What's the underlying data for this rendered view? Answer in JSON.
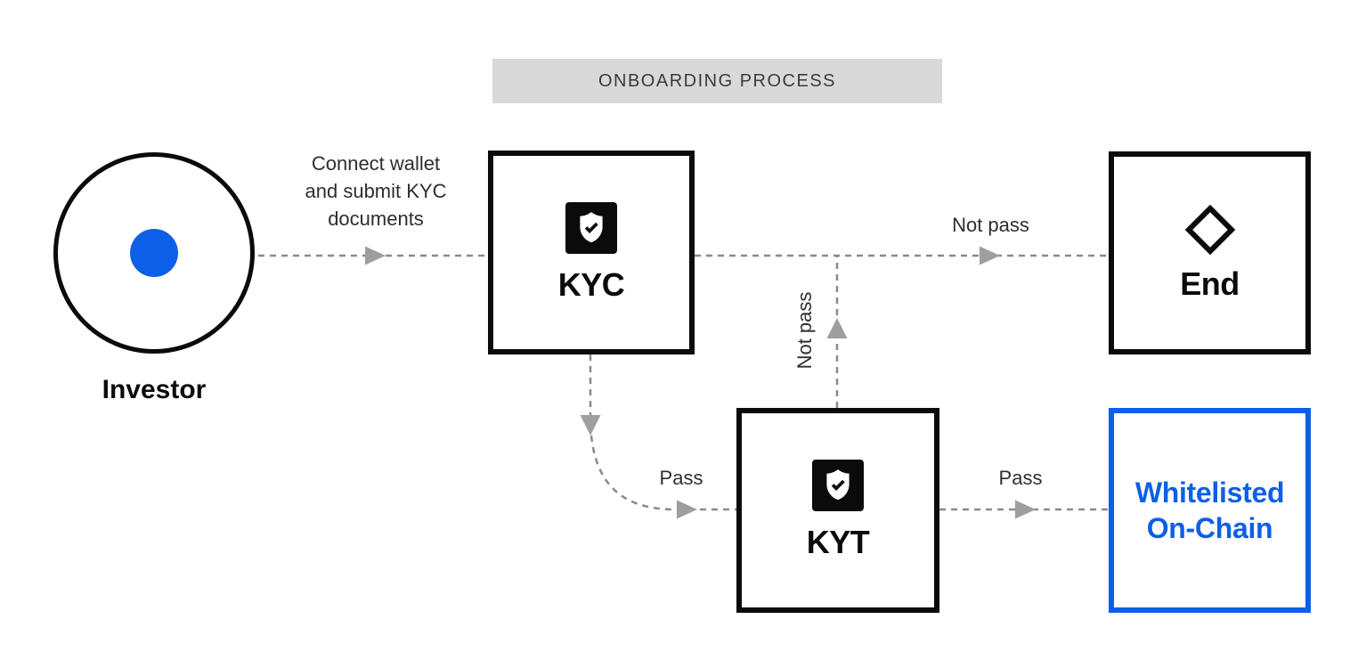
{
  "banner": {
    "title": "ONBOARDING PROCESS"
  },
  "nodes": {
    "investor": {
      "label": "Investor",
      "icon": "dot-icon"
    },
    "kyc": {
      "label": "KYC",
      "icon": "shield-check-icon"
    },
    "kyt": {
      "label": "KYT",
      "icon": "shield-check-icon"
    },
    "end": {
      "label": "End",
      "icon": "diamond-icon"
    },
    "whitelisted": {
      "label": "Whitelisted\nOn-Chain"
    }
  },
  "edges": {
    "investor_to_kyc": {
      "label": "Connect wallet\nand submit KYC\ndocuments"
    },
    "kyc_to_end": {
      "label": "Not pass"
    },
    "kyt_to_junction": {
      "label": "Not pass"
    },
    "kyc_to_kyt": {
      "label": "Pass"
    },
    "kyt_to_whitelisted": {
      "label": "Pass"
    }
  },
  "colors": {
    "accent_blue": "#0E5FE8",
    "line_gray": "#8A8A8A",
    "arrow_gray": "#9E9E9E",
    "banner_bg": "#D9D9D9",
    "banner_text": "#3B3B3B",
    "node_black": "#0B0B0B",
    "label_text": "#2E2E2E"
  }
}
